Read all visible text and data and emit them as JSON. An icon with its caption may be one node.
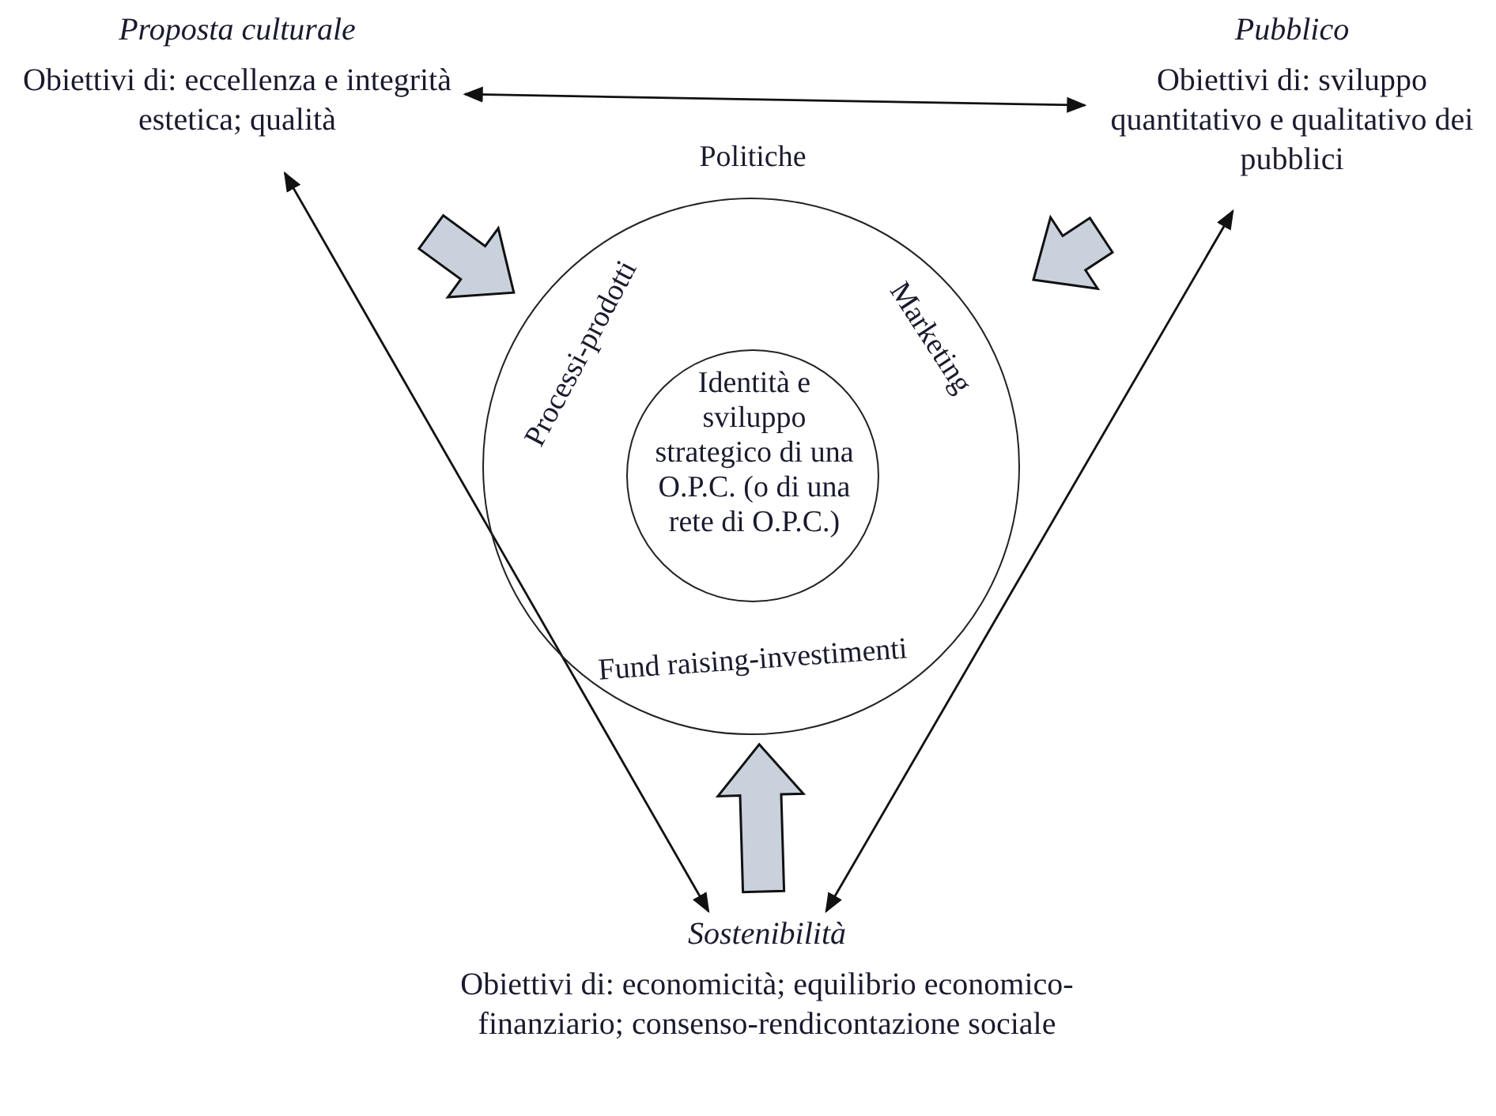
{
  "diagram": {
    "nodes": [
      {
        "text": [
          "Proposta culturale",
          "Obiettivi di: eccellenza e integrità estetica; qualità"
        ]
      },
      {
        "text": [
          "Pubblico",
          "Obiettivi di: sviluppo quantitativo e qualitativo dei pubblici"
        ]
      },
      {
        "text": [
          "Sostenibilità",
          "Obiettivi di: economicità; equilibrio economico-finanziario; consenso-rendicontazione sociale"
        ]
      },
      {
        "text": [
          "Politiche",
          "Processi-prodotti",
          "Marketing",
          "Fund raising-investimenti"
        ]
      },
      {
        "text": [
          "Identità e sviluppo strategico di una O.P.C. (o di una rete di O.P.C.)"
        ],
        "in": 3
      }
    ],
    "edges": [
      {
        "from": 0,
        "to": 1,
        "arrow": "both"
      },
      {
        "from": 0,
        "to": 2,
        "arrow": "both"
      },
      {
        "from": 1,
        "to": 2,
        "arrow": "both"
      },
      {
        "from": 0,
        "to": 3,
        "arrow": "to",
        "style": "thick"
      },
      {
        "from": 1,
        "to": 3,
        "arrow": "to",
        "style": "thick"
      },
      {
        "from": 2,
        "to": 3,
        "arrow": "to",
        "style": "thick"
      }
    ]
  }
}
